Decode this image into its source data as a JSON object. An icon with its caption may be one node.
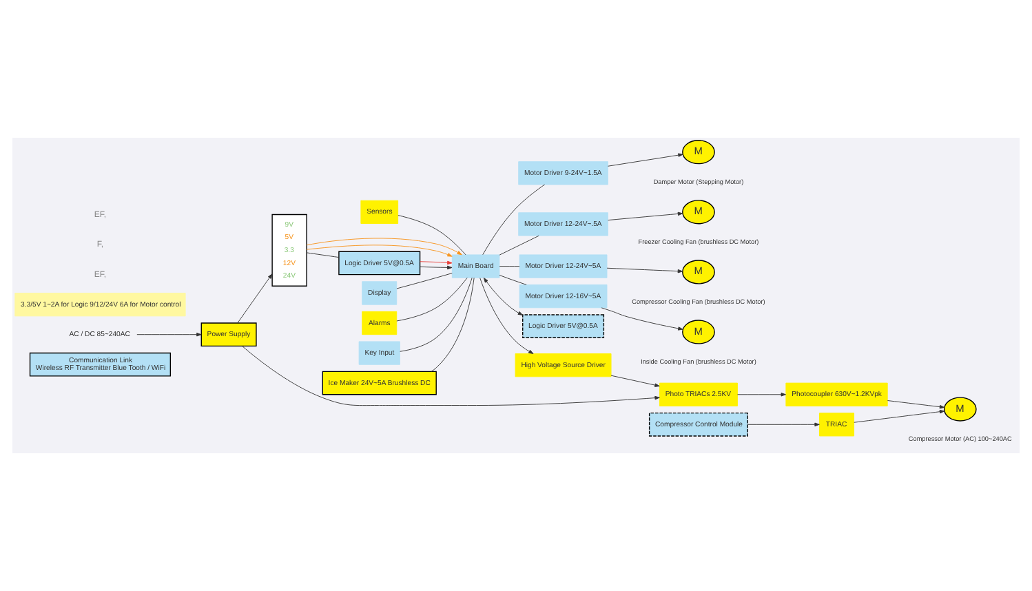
{
  "diagram": {
    "nodes": [
      {
        "text": [
          "Communication Link",
          "Wireless RF Transmitter Blue Tooth / WiFi"
        ]
      },
      {
        "text": [
          "Sensors"
        ]
      },
      {
        "text": [
          "Display"
        ]
      },
      {
        "text": [
          "Alarms"
        ]
      },
      {
        "text": [
          "Key Input"
        ]
      },
      {
        "text": [
          "Ice Maker 24V~5A Brushless DC"
        ]
      },
      {
        "text": [
          "Main Board"
        ]
      },
      {
        "text": [
          "Motor Driver 9-24V~1.5A"
        ]
      },
      {
        "text": [
          "Motor Driver 12-24V~.5A"
        ]
      },
      {
        "text": [
          "Motor Driver 12-24V~5A"
        ]
      },
      {
        "text": [
          "Motor Driver 12-16V~5A"
        ]
      },
      {
        "text": [
          "M"
        ],
        "beside": [
          "Damper Motor (Stepping Motor)"
        ]
      },
      {
        "text": [
          "M"
        ],
        "beside": [
          "Freezer Cooling Fan (brushless DC Motor)"
        ]
      },
      {
        "text": [
          "M"
        ],
        "beside": [
          "Compressor Cooling Fan (brushless DC Motor)"
        ]
      },
      {
        "text": [
          "M"
        ],
        "beside": [
          "Inside Cooling Fan (brushless DC Motor)"
        ]
      },
      {
        "text": [
          "9V",
          "5V",
          "3.3",
          "12V",
          "24V"
        ]
      },
      {
        "text": [
          "Logic Driver 5V@0.5A"
        ]
      },
      {
        "text": [
          "Logic Driver 5V@0.5A"
        ]
      },
      {
        "text": [
          "Compressor Control Module"
        ]
      },
      {
        "text": [
          "TRIAC"
        ]
      },
      {
        "text": [
          "High Voltage Source Driver"
        ]
      },
      {
        "text": [
          "Power Supply"
        ]
      },
      {
        "text": [
          "Photo TRIACs 2.5KV"
        ]
      },
      {
        "text": [
          "Photocoupler 630V~1.2KVpk"
        ]
      },
      {
        "text": [
          "M"
        ],
        "beside": [
          "Compressor Motor (AC) 100~240AC"
        ]
      },
      {
        "text": [
          "AC / DC 85~240AC"
        ]
      },
      {
        "text": [
          "3.3/5V 1~2A for Logic 9/12/24V 6A for Motor control"
        ]
      }
    ],
    "edges": [
      {
        "from": 1,
        "to": 6,
        "arrow": "none"
      },
      {
        "from": 2,
        "to": 6,
        "arrow": "none"
      },
      {
        "from": 3,
        "to": 6,
        "arrow": "none"
      },
      {
        "from": 4,
        "to": 6,
        "arrow": "none"
      },
      {
        "from": 5,
        "to": 6,
        "arrow": "none"
      },
      {
        "from": 6,
        "to": 7,
        "arrow": "none"
      },
      {
        "from": 6,
        "to": 8,
        "arrow": "none"
      },
      {
        "from": 6,
        "to": 9,
        "arrow": "none"
      },
      {
        "from": 6,
        "to": 10,
        "arrow": "none"
      },
      {
        "from": 7,
        "to": 11,
        "arrow": "to"
      },
      {
        "from": 8,
        "to": 12,
        "arrow": "to"
      },
      {
        "from": 9,
        "to": 13,
        "arrow": "to"
      },
      {
        "from": 10,
        "to": 14,
        "arrow": "to"
      },
      {
        "from": 15,
        "to": 16,
        "arrow": "none"
      },
      {
        "from": 16,
        "to": 6,
        "arrow": "to"
      },
      {
        "from": 16,
        "to": 6,
        "arrow": "to",
        "color": "#e8403a"
      },
      {
        "from": 15,
        "to": 6,
        "arrow": "to",
        "color": "#f7941d"
      },
      {
        "from": 15,
        "to": 6,
        "arrow": "to",
        "color": "#f7941d"
      },
      {
        "from": 6,
        "to": 17,
        "arrow": "both"
      },
      {
        "from": 6,
        "to": 20,
        "arrow": "to"
      },
      {
        "from": 21,
        "to": 15,
        "arrow": "to"
      },
      {
        "from": 25,
        "to": 21,
        "arrow": "to"
      },
      {
        "from": 21,
        "to": 22,
        "arrow": "to"
      },
      {
        "from": 20,
        "to": 22,
        "arrow": "to"
      },
      {
        "from": 22,
        "to": 23,
        "arrow": "to"
      },
      {
        "from": 23,
        "to": 24,
        "arrow": "to"
      },
      {
        "from": 18,
        "to": 19,
        "arrow": "to"
      },
      {
        "from": 19,
        "to": 24,
        "arrow": "to"
      }
    ],
    "labels": [
      "EF,",
      "F,",
      "EF,"
    ]
  }
}
